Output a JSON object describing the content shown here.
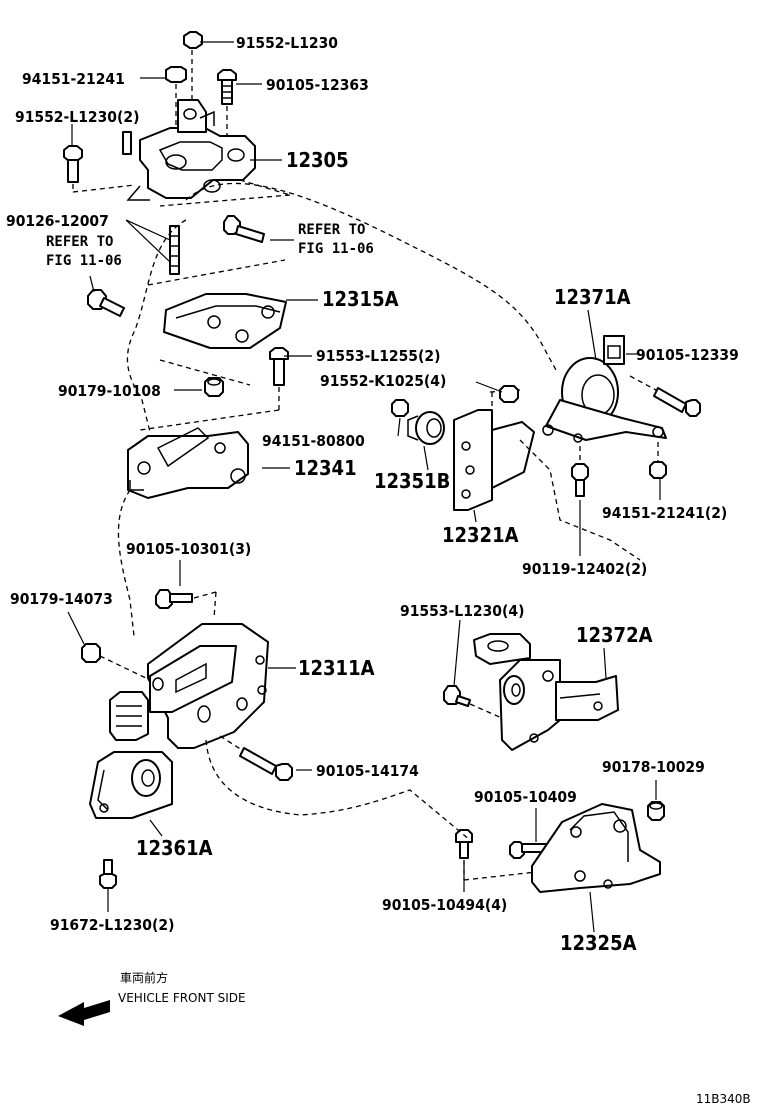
{
  "labels": {
    "p91552_L1230_top": "91552-L1230",
    "p94151_21241_top": "94151-21241",
    "p90105_12363": "90105-12363",
    "p91552_L1230_2": "91552-L1230(2)",
    "p12305": "12305",
    "p90126_12007": "90126-12007",
    "ref_a_1": "REFER TO",
    "ref_a_2": "FIG 11-06",
    "ref_b_1": "REFER TO",
    "ref_b_2": "FIG 11-06",
    "p12315A": "12315A",
    "p12371A": "12371A",
    "p90105_12339": "90105-12339",
    "p91553_L1255_2": "91553-L1255(2)",
    "p91552_K1025_4": "91552-K1025(4)",
    "p90179_10108": "90179-10108",
    "p94151_80800": "94151-80800",
    "p12341": "12341",
    "p12351B": "12351B",
    "p12321A": "12321A",
    "p94151_21241_2": "94151-21241(2)",
    "p90105_10301_3": "90105-10301(3)",
    "p90119_12402_2": "90119-12402(2)",
    "p90179_14073": "90179-14073",
    "p91553_L1230_4": "91553-L1230(4)",
    "p12372A": "12372A",
    "p12311A": "12311A",
    "p90105_14174": "90105-14174",
    "p90178_10029": "90178-10029",
    "p90105_10409": "90105-10409",
    "p12361A": "12361A",
    "p90105_10494_4": "90105-10494(4)",
    "p91672_L1230_2": "91672-L1230(2)",
    "p12325A": "12325A"
  },
  "front_note": {
    "jp": "車両前方",
    "en": "VEHICLE FRONT SIDE"
  },
  "figure_id": "11B340B"
}
